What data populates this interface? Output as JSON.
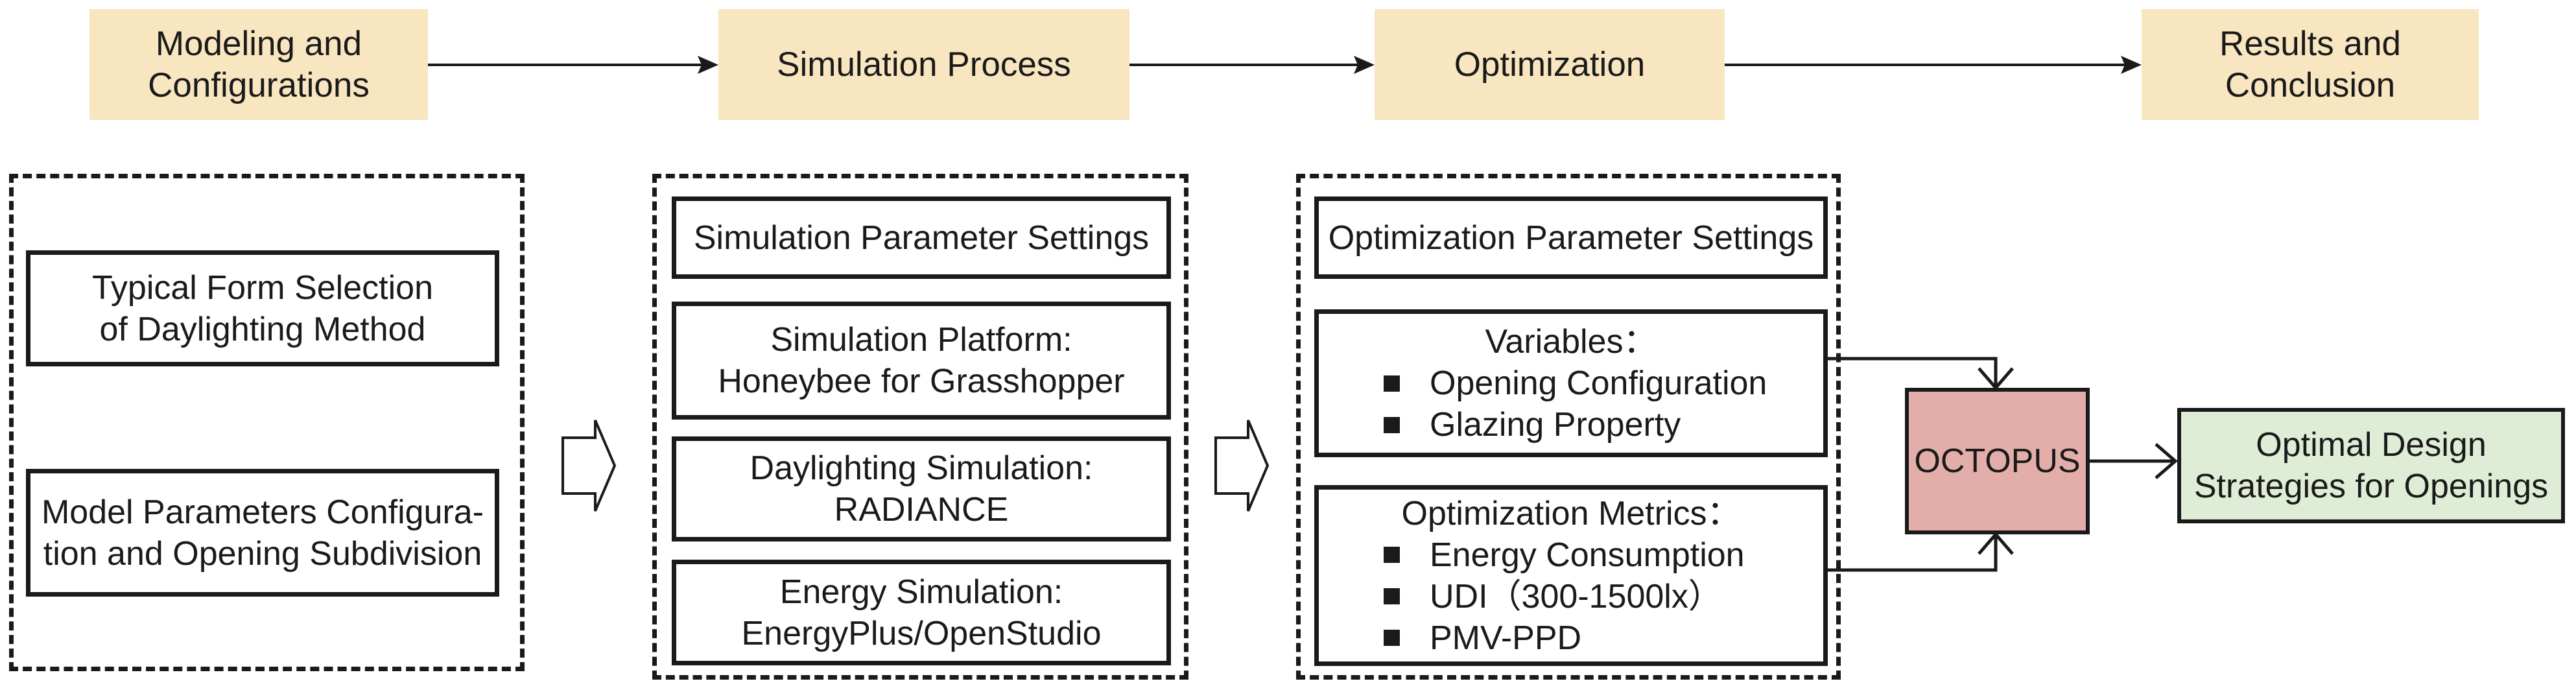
{
  "stages": {
    "modeling": "Modeling and\nConfigurations",
    "simulation": "Simulation Process",
    "optimization": "Optimization",
    "results": "Results and\nConclusion"
  },
  "modeling_group": {
    "typical_form": [
      "Typical Form Selection",
      "of Daylighting Method"
    ],
    "model_params": [
      "Model Parameters Configura-",
      "tion and Opening Subdivision"
    ]
  },
  "simulation_group": {
    "param_settings": "Simulation Parameter Settings",
    "platform": [
      "Simulation Platform:",
      "Honeybee for Grasshopper"
    ],
    "daylighting": [
      "Daylighting Simulation:",
      "RADIANCE"
    ],
    "energy": [
      "Energy Simulation:",
      "EnergyPlus/OpenStudio"
    ]
  },
  "optimization_group": {
    "param_settings": "Optimization Parameter Settings",
    "variables": {
      "title": "Variables：",
      "items": [
        "Opening Configuration",
        "Glazing Property"
      ]
    },
    "metrics": {
      "title": "Optimization Metrics：",
      "items": [
        "Energy Consumption",
        "UDI（300-1500lx）",
        "PMV-PPD"
      ]
    }
  },
  "octopus": "OCTOPUS",
  "result_box": [
    "Optimal Design",
    "Strategies for Openings"
  ],
  "colors": {
    "stage_fill": "#f7e6bf",
    "octopus_fill": "#e3aeaa",
    "result_fill": "#dfecd6",
    "stroke": "#1a1a1a"
  }
}
